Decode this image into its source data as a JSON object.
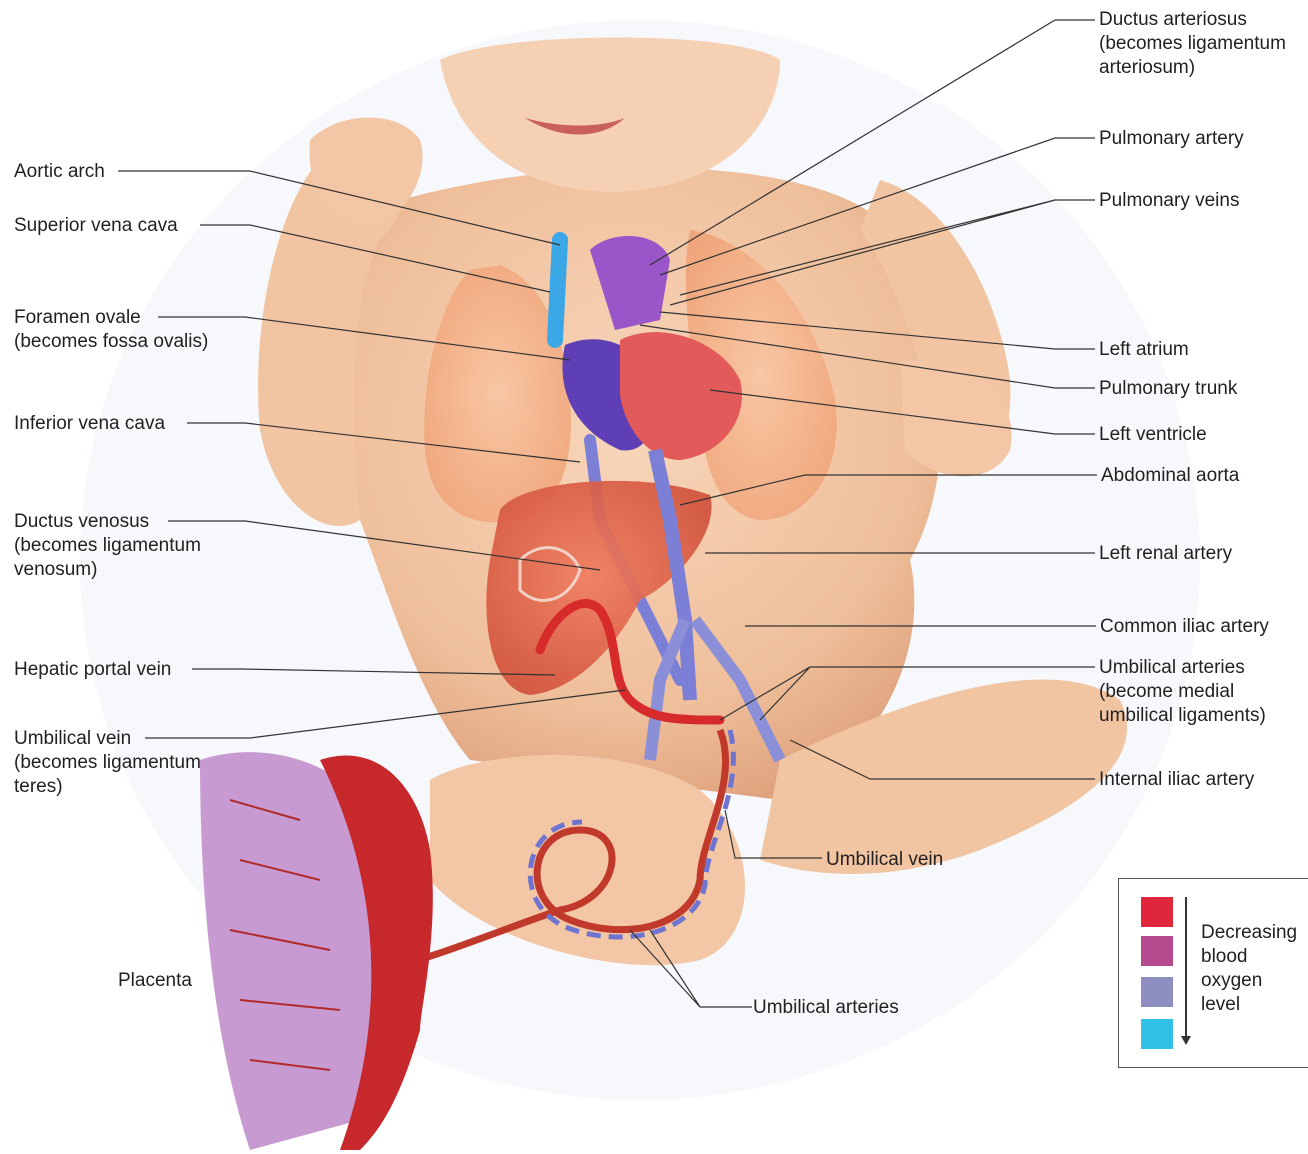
{
  "labels": {
    "aortic_arch": "Aortic arch",
    "superior_vena_cava": "Superior vena cava",
    "foramen_ovale": [
      "Foramen ovale",
      "(becomes fossa ovalis)"
    ],
    "inferior_vena_cava": "Inferior vena cava",
    "ductus_venosus": [
      "Ductus venosus",
      "(becomes ligamentum",
      "venosum)"
    ],
    "hepatic_portal_vein": "Hepatic portal vein",
    "umbilical_vein_left": [
      "Umbilical vein",
      "(becomes ligamentum",
      "teres)"
    ],
    "placenta": "Placenta",
    "ductus_arteriosus": [
      "Ductus arteriosus",
      "(becomes ligamentum",
      "arteriosum)"
    ],
    "pulmonary_artery": "Pulmonary artery",
    "pulmonary_veins": "Pulmonary veins",
    "left_atrium": "Left atrium",
    "pulmonary_trunk": "Pulmonary trunk",
    "left_ventricle": "Left ventricle",
    "abdominal_aorta": "Abdominal aorta",
    "left_renal_artery": "Left renal artery",
    "common_iliac_artery": "Common iliac artery",
    "umbilical_arteries_right": [
      "Umbilical arteries",
      "(become medial",
      "umbilical ligaments)"
    ],
    "internal_iliac_artery": "Internal iliac artery",
    "umbilical_vein_bottom": "Umbilical vein",
    "umbilical_arteries_bottom": "Umbilical arteries"
  },
  "legend": {
    "text": [
      "Decreasing",
      "blood",
      "oxygen",
      "level"
    ],
    "colors": [
      "#e0263a",
      "#b54a8e",
      "#8e8fc0",
      "#33c1e8"
    ]
  },
  "colors": {
    "skin": "#f3c9a8",
    "skin_shade": "#e6a983",
    "lung": "#f4b48a",
    "oxygenated": "#d92b2b",
    "deoxygenated": "#6f6fd0",
    "venous_blue": "#3aa6e6",
    "purple": "#8a4fc4"
  }
}
